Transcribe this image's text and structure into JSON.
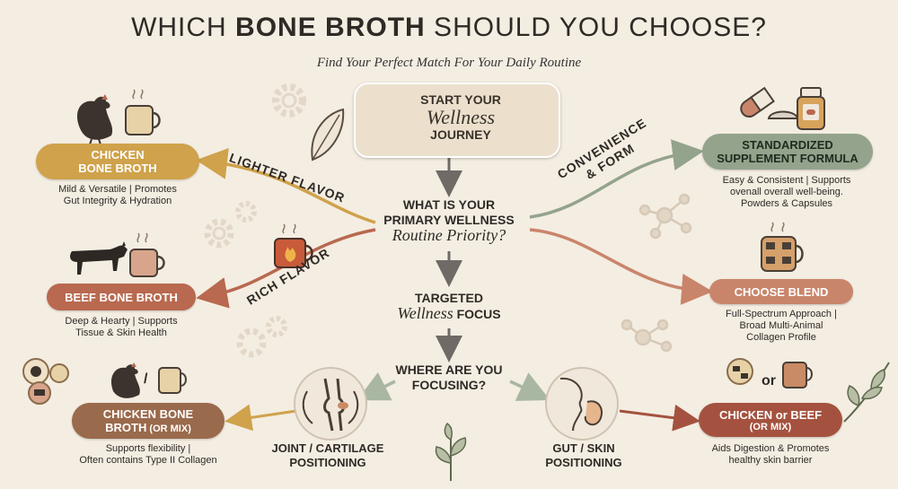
{
  "header": {
    "title_pre": "WHICH ",
    "title_bold": "BONE BROTH",
    "title_post": " SHOULD YOU CHOOSE?",
    "subtitle": "Find Your Perfect Match For Your Daily Routine"
  },
  "start": {
    "line1": "START YOUR",
    "line2": "Wellness",
    "line3": "JOURNEY"
  },
  "question": {
    "line1": "WHAT IS YOUR",
    "line2": "PRIMARY WELLNESS",
    "line3": "Routine Priority?"
  },
  "branches": {
    "lighter": "LIGHTER FLAVOR",
    "rich": "RICH FLAVOR",
    "convenience_1": "CONVENIENCE",
    "convenience_2": "& FORM"
  },
  "targeted": {
    "line1": "TARGETED",
    "line2_script": "Wellness",
    "line2_rest": " FOCUS"
  },
  "focusing": {
    "line1": "WHERE ARE YOU",
    "line2": "FOCUSING?"
  },
  "outcomes": {
    "chicken": {
      "line1": "CHICKEN",
      "line2": "BONE BROTH",
      "desc1": "Mild & Versatile | Promotes",
      "desc2": "Gut Integrity & Hydration"
    },
    "beef": {
      "label": "BEEF BONE BROTH",
      "desc1": "Deep & Hearty | Supports",
      "desc2": "Tissue & Skin Health"
    },
    "mix": {
      "line1": "CHICKEN BONE",
      "line2": "BROTH",
      "line2_small": " (OR MIX)",
      "desc1": "Supports flexibility |",
      "desc2": "Often contains Type II Collagen"
    },
    "supplement": {
      "line1": "STANDARDIZED",
      "line2": "SUPPLEMENT FORMULA",
      "desc1": "Easy & Consistent | Supports",
      "desc2": "ovenall overall well-being.",
      "desc3": "Powders & Capsules"
    },
    "blend": {
      "label": "CHOOSE BLEND",
      "desc1": "Full-Spectrum Approach |",
      "desc2": "Broad Multi-Animal",
      "desc3": "Collagen Profile"
    },
    "chicken_or_beef": {
      "line1": "CHICKEN or BEEF",
      "line2_small": "(OR MIX)",
      "desc1": "Aids Digestion & Promotes",
      "desc2": "healthy skin barrier"
    }
  },
  "focus_areas": {
    "joint_1": "JOINT / CARTILAGE",
    "joint_2": "POSITIONING",
    "gut_1": "GUT / SKIN",
    "gut_2": "POSITIONING"
  },
  "slash": "/",
  "or_text": "or",
  "colors": {
    "background": "#f4ede2",
    "chicken": "#cfa24b",
    "beef": "#b8694f",
    "mix": "#9a6a4c",
    "supplement": "#93a38c",
    "blend": "#c9856b",
    "chicken_or_beef": "#a4523f",
    "connector": "#6f6a66"
  },
  "icons": [
    "compass-icon",
    "mug-icon",
    "chicken-icon",
    "cow-icon",
    "feather-icon",
    "gear-icon",
    "flame-mug-icon",
    "pill-bottle-icon",
    "molecule-icon",
    "knee-joint-icon",
    "face-stomach-icon",
    "leaf-icon"
  ]
}
